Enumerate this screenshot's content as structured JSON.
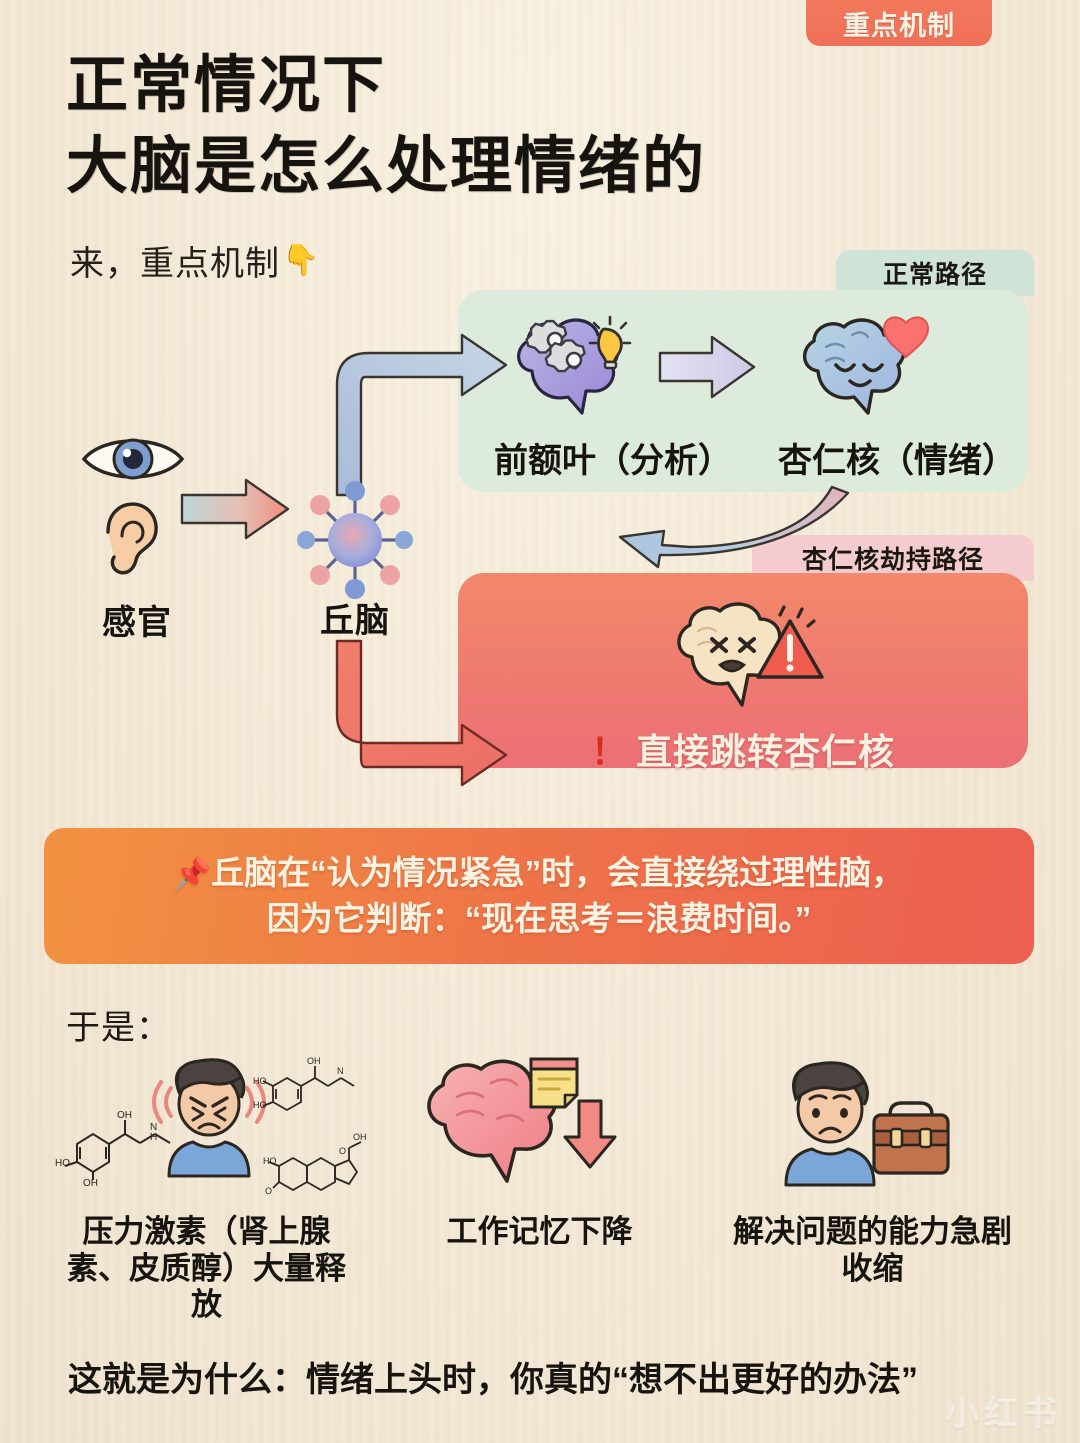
{
  "badge": {
    "label": "重点机制"
  },
  "title": {
    "line1": "正常情况下",
    "line2": "大脑是怎么处理情绪的"
  },
  "subtitle": {
    "text": "来，重点机制",
    "icon": "pointing-down-hand"
  },
  "diagram": {
    "normal_path": {
      "badge_label": "正常路径",
      "nodes": [
        {
          "label": "前额叶（分析）",
          "icon": "brain-gears-lightbulb"
        },
        {
          "label": "杏仁核（情绪）",
          "icon": "brain-heart"
        }
      ]
    },
    "hijack_path": {
      "badge_label": "杏仁核劫持路径",
      "alert_mark": "！",
      "label": "直接跳转杏仁核",
      "icon": "brain-distressed-warning"
    },
    "sense": {
      "label": "感官",
      "icons": [
        "eye-icon",
        "ear-icon"
      ]
    },
    "thalamus": {
      "label": "丘脑",
      "icon": "thalamus-node-icon"
    }
  },
  "quote": {
    "pin": "📌",
    "line1": "丘脑在“认为情况紧急”时，会直接绕过理性脑，",
    "line2": "因为它判断：“现在思考＝浪费时间。”"
  },
  "consequences": {
    "intro": "于是：",
    "cards": [
      {
        "label": "压力激素（肾上腺素、皮质醇）大量释放",
        "icon": "angry-person-hormone-molecules"
      },
      {
        "label": "工作记忆下降",
        "icon": "brain-note-down-arrow"
      },
      {
        "label": "解决问题的能力急剧收缩",
        "icon": "worried-person-briefcase"
      }
    ]
  },
  "conclusion": {
    "text": "这就是为什么：情绪上头时，你真的“想不出更好的办法”"
  },
  "watermark": {
    "text": "小红书"
  },
  "colors": {
    "background": "#f4ead8",
    "badge_coral": "#ef7058",
    "panel_green": "#dcebdb",
    "badge_green": "#cfe3d7",
    "panel_red_start": "#f3886b",
    "panel_red_end": "#ec6f76",
    "badge_pink": "#f4ccd0",
    "quote_orange_start": "#f29241",
    "quote_orange_end": "#ec5f52",
    "text_dark": "#17140f",
    "alert_red": "#d92d20"
  }
}
